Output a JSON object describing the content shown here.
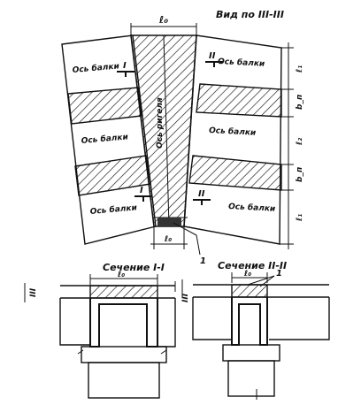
{
  "view_title": "Вид по III-III",
  "top_dim": "ℓ₀",
  "joint_axis": "Ось ригеля",
  "beam_axis": "Ось балки",
  "markers": {
    "section_1": "I",
    "section_2": "II",
    "section_3": "III"
  },
  "right_dims": [
    "ℓ₁",
    "b_п",
    "ℓ₂",
    "b_п",
    "ℓ₁"
  ],
  "bottom_dim": "ℓ₀",
  "leader_1": "1",
  "section_1": {
    "title": "Сечение I-I",
    "dim": "ℓ₀",
    "side_mark": "III"
  },
  "section_2": {
    "title": "Сечение II-II",
    "dim": "ℓ₀",
    "side_mark": "III",
    "leader": "1"
  },
  "colors": {
    "line": "#111111",
    "paper": "#ffffff"
  }
}
